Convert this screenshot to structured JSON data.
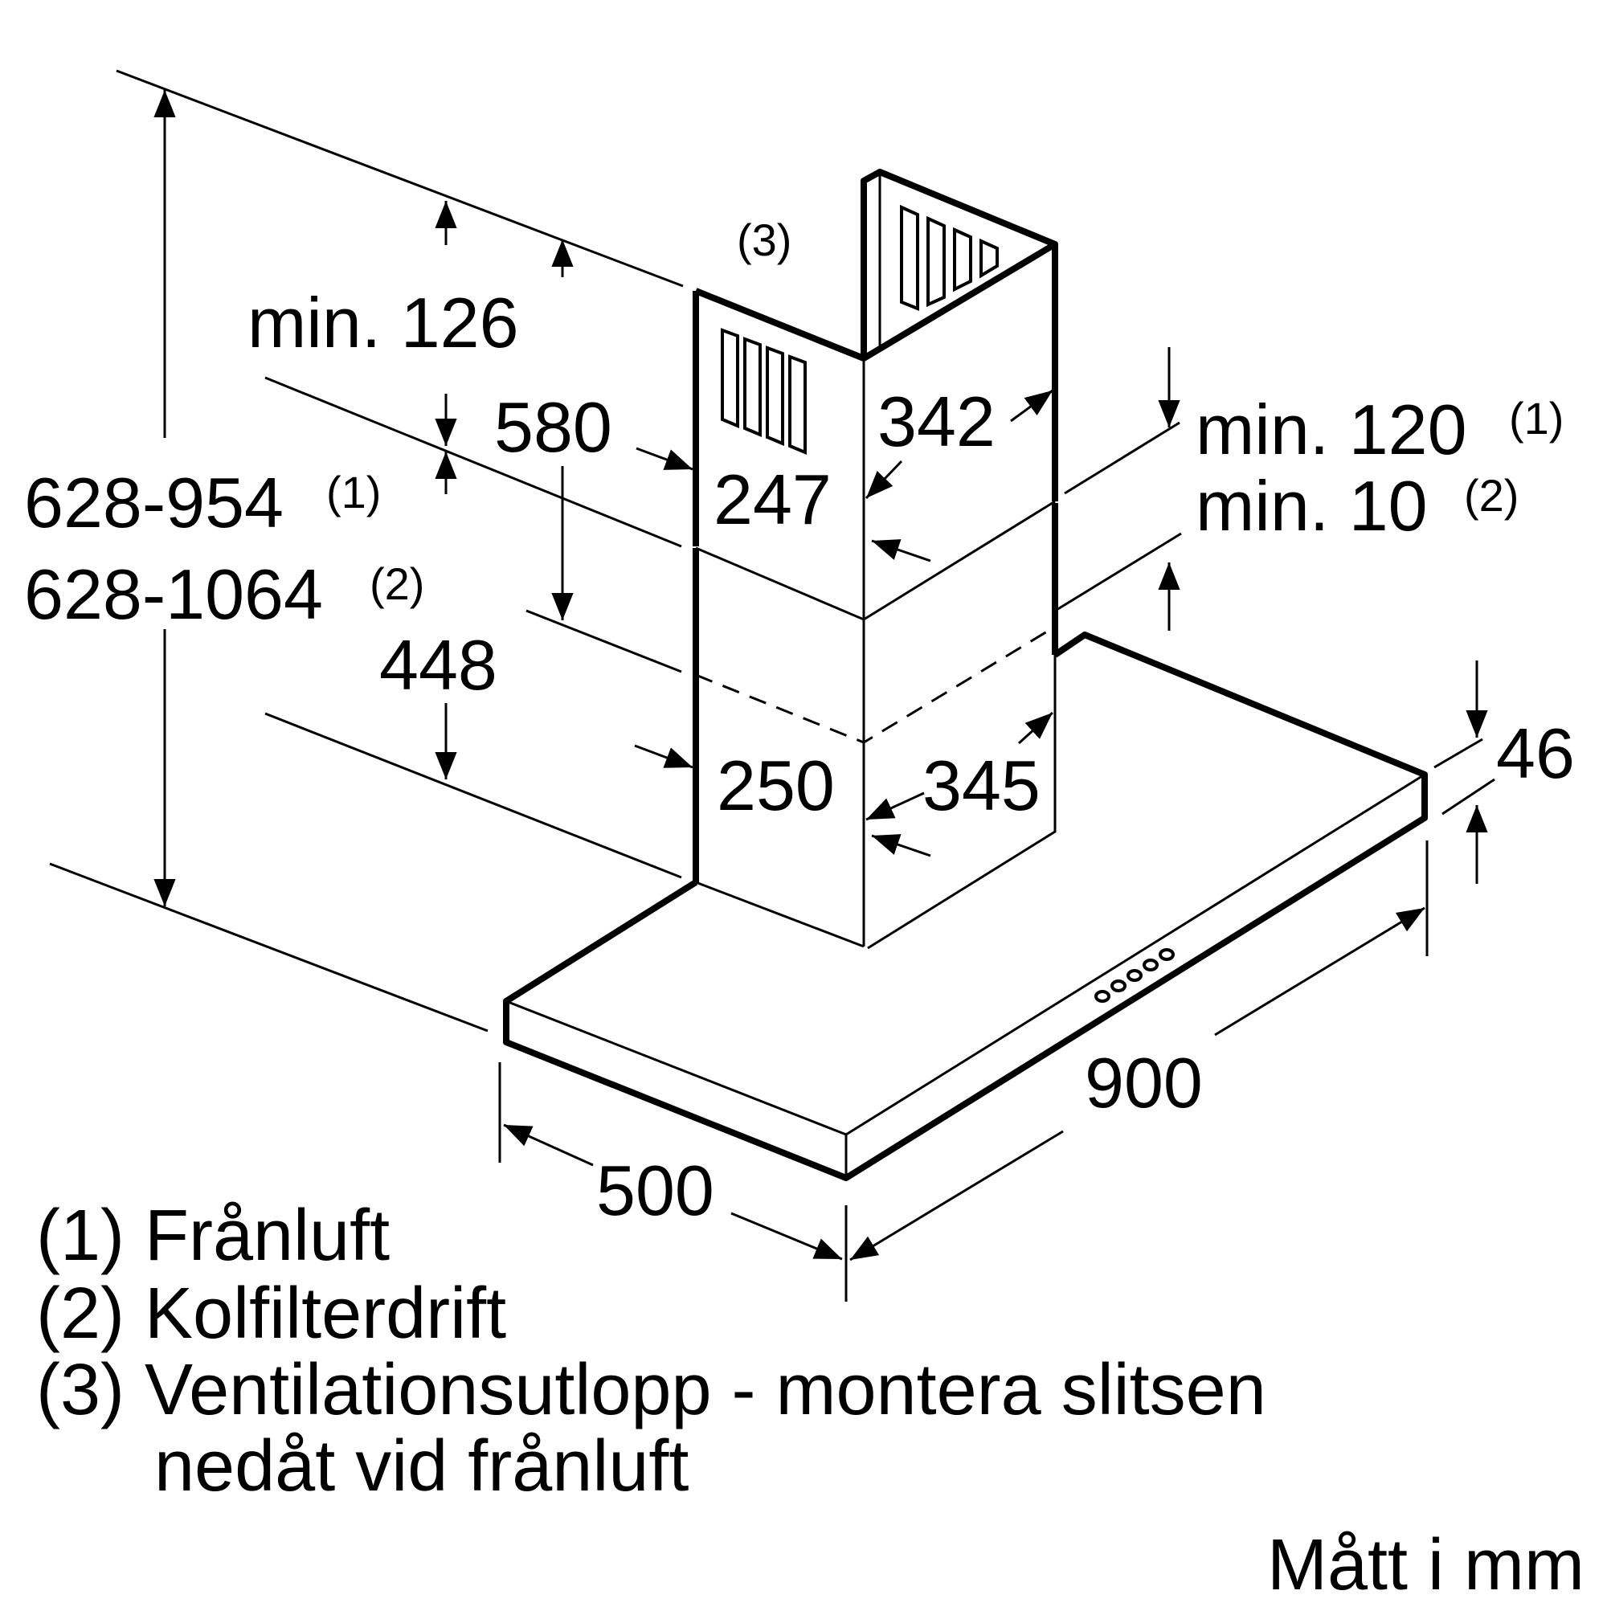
{
  "dimensions": {
    "total_height_1": "628-954",
    "total_height_1_ref": "(1)",
    "total_height_2": "628-1064",
    "total_height_2_ref": "(2)",
    "min_126": "min. 126",
    "d580": "580",
    "d448": "448",
    "d342": "342",
    "d247": "247",
    "d250": "250",
    "d345": "345",
    "min_120": "min. 120",
    "min_120_ref": "(1)",
    "min_10": "min. 10",
    "min_10_ref": "(2)",
    "d46": "46",
    "d900": "900",
    "d500": "500",
    "vent_ref": "(3)"
  },
  "legend": {
    "item1": "(1) Frånluft",
    "item2": "(2) Kolfilterdrift",
    "item3_line1": "(3) Ventilationsutlopp - montera slitsen",
    "item3_line2": "nedåt vid frånluft"
  },
  "units_note": "Mått i mm"
}
